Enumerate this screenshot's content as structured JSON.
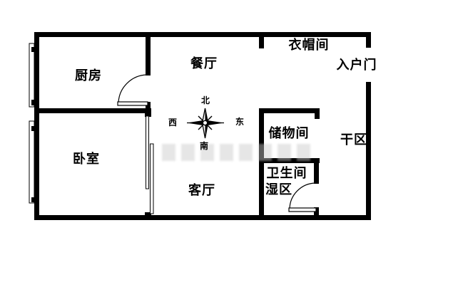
{
  "floorplan": {
    "rooms": {
      "kitchen": "厨房",
      "dining": "餐厅",
      "cloakroom": "衣帽间",
      "entry_door": "入户门",
      "bedroom": "卧室",
      "living": "客厅",
      "storage": "储物间",
      "dry_area": "干区",
      "bathroom": "卫生间",
      "wet_area": "湿区"
    },
    "compass": {
      "north": "北",
      "south": "南",
      "east": "东",
      "west": "西"
    },
    "colors": {
      "wall": "#000000",
      "background": "#ffffff",
      "text": "#000000",
      "watermark": "#c9c9c9"
    }
  }
}
